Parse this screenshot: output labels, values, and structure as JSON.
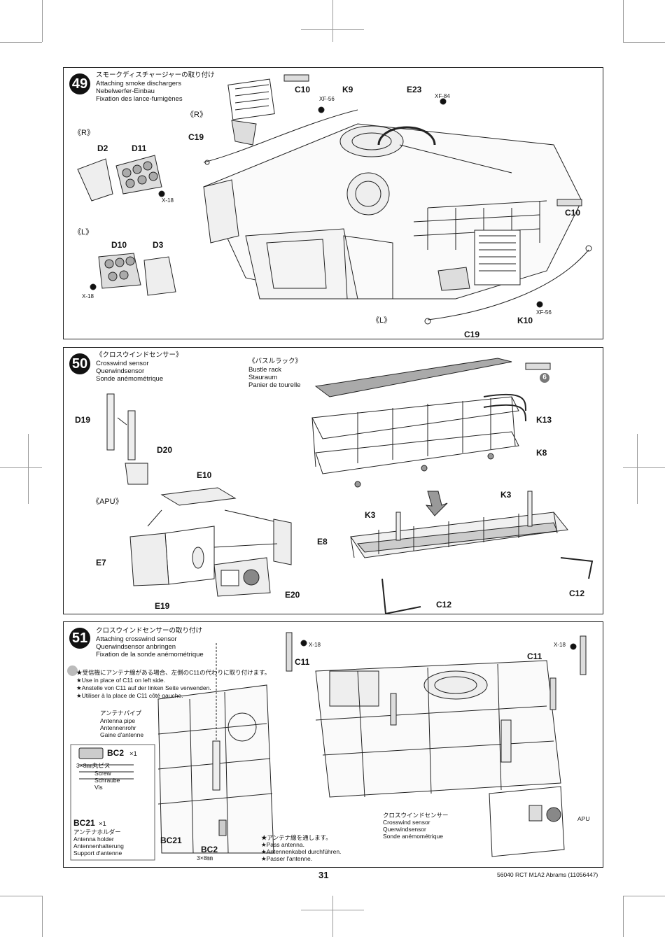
{
  "page_number": "31",
  "footer_code": "56040 RCT M1A2 Abrams (11056447)",
  "step49": {
    "number": "49",
    "title_jp": "スモークディスチャージャーの取り付け",
    "title_en": "Attaching smoke dischargers",
    "title_de": "Nebelwerfer-Einbau",
    "title_fr": "Fixation des lance-fumigènes",
    "side_r_label": "《R》",
    "side_r_label2": "《R》",
    "side_l_label": "《L》",
    "side_l_label2": "《L》",
    "parts": {
      "c10a": "C10",
      "k9": "K9",
      "e23": "E23",
      "xf84": "XF-84",
      "xf56a": "XF-56",
      "c19a": "C19",
      "d2": "D2",
      "d11": "D11",
      "x18a": "X-18",
      "d10": "D10",
      "d3": "D3",
      "x18b": "X-18",
      "c10b": "C10",
      "xf56b": "XF-56",
      "k10": "K10",
      "c19b": "C19"
    }
  },
  "step50": {
    "number": "50",
    "crosswind_jp": "《クロスウインドセンサー》",
    "crosswind_en": "Crosswind sensor",
    "crosswind_de": "Querwindsensor",
    "crosswind_fr": "Sonde anémométrique",
    "bustle_jp": "《バスルラック》",
    "bustle_en": "Bustle rack",
    "bustle_de": "Stauraum",
    "bustle_fr": "Panier de tourelle",
    "apu_label": "《APU》",
    "paint_ref": "6",
    "parts": {
      "d19": "D19",
      "d20": "D20",
      "e10": "E10",
      "e8": "E8",
      "e7": "E7",
      "e19": "E19",
      "e20": "E20",
      "k13": "K13",
      "k8": "K8",
      "k3a": "K3",
      "k3b": "K3",
      "c12a": "C12",
      "c12b": "C12"
    }
  },
  "step51": {
    "number": "51",
    "title_jp": "クロスウインドセンサーの取り付け",
    "title_en": "Attaching crosswind sensor",
    "title_de": "Querwindsensor anbringen",
    "title_fr": "Fixation de la sonde anémométrique",
    "note_jp": "★受信機にアンテナ線がある場合、左側のC11の代わりに取り付けます。",
    "note_en": "★Use in place of C11 on left side.",
    "note_de": "★Anstelle von C11 auf der linken Seite verwenden.",
    "note_fr": "★Utiliser à la place de C11 côté gauche.",
    "antenna_jp": "アンテナパイプ",
    "antenna_en": "Antenna pipe",
    "antenna_de": "Antennenrohr",
    "antenna_fr": "Gaine d'antenne",
    "bc2_label": "BC2",
    "bc2_qty": "×1",
    "bc2_size": "3×8㎜丸ビス",
    "bc2_en": "Screw",
    "bc2_de": "Schraube",
    "bc2_fr": "Vis",
    "bc21_label": "BC21",
    "bc21_qty": "×1",
    "bc21_jp": "アンテナホルダー",
    "bc21_en": "Antenna holder",
    "bc21_de": "Antennenhalterung",
    "bc21_fr": "Support d'antenne",
    "pass_jp": "★アンテナ線を通します。",
    "pass_en": "★Pass antenna.",
    "pass_de": "★Antennenkabel durchführen.",
    "pass_fr": "★Passer l'antenne.",
    "sensor_jp": "クロスウインドセンサー",
    "sensor_en": "Crosswind sensor",
    "sensor_de": "Querwindsensor",
    "sensor_fr": "Sonde anémométrique",
    "parts": {
      "c11a": "C11",
      "c11b": "C11",
      "x18a": "X-18",
      "x18b": "X-18",
      "apu": "APU",
      "bc21": "BC21",
      "bc2": "BC2",
      "bc2_dim": "3×8㎜"
    }
  }
}
